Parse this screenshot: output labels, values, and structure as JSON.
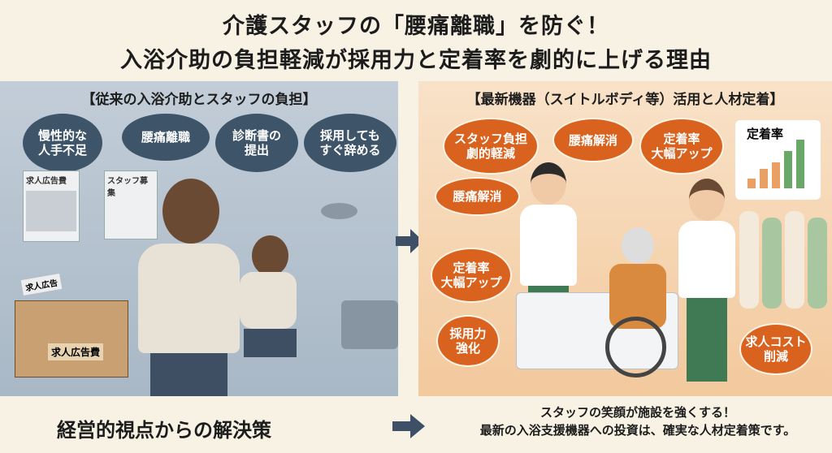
{
  "title": {
    "line1": "介護スタッフの「腰痛離職」を防ぐ！",
    "line2": "入浴介助の負担軽減が採用力と定着率を劇的に上げる理由"
  },
  "left_panel": {
    "heading": "【従来の入浴介助とスタッフの負担】",
    "bubbles": [
      "慢性的な\n人手不足",
      "腰痛離職",
      "診断書の\n提出",
      "採用しても\nすぐ辞める"
    ],
    "posters": [
      "求人広告費",
      "スタッフ募集"
    ],
    "box_labels": [
      "求人広告",
      "求人広告費"
    ]
  },
  "right_panel": {
    "heading": "【最新機器（スイトルボディ等）活用と人材定着】",
    "bubbles": [
      "スタッフ負担\n劇的軽減",
      "腰痛解消",
      "定着率\n大幅アップ",
      "腰痛解消",
      "定着率\n大幅アップ",
      "採用力\n強化",
      "求人コスト\n削減"
    ],
    "chart_label": "定着率"
  },
  "bottom": {
    "left": "経営的視点からの解決策",
    "right_line1": "スタッフの笑顔が施設を強くする！",
    "right_line2": "最新の入浴支援機器への投資は、確実な人材定着策です。"
  },
  "colors": {
    "left_bg": "#b9c6d2",
    "right_bg": "#f6dcc0",
    "dark_bubble": "#3e5468",
    "orange_bubble": "#d8621e",
    "arrow": "#3d5068"
  }
}
